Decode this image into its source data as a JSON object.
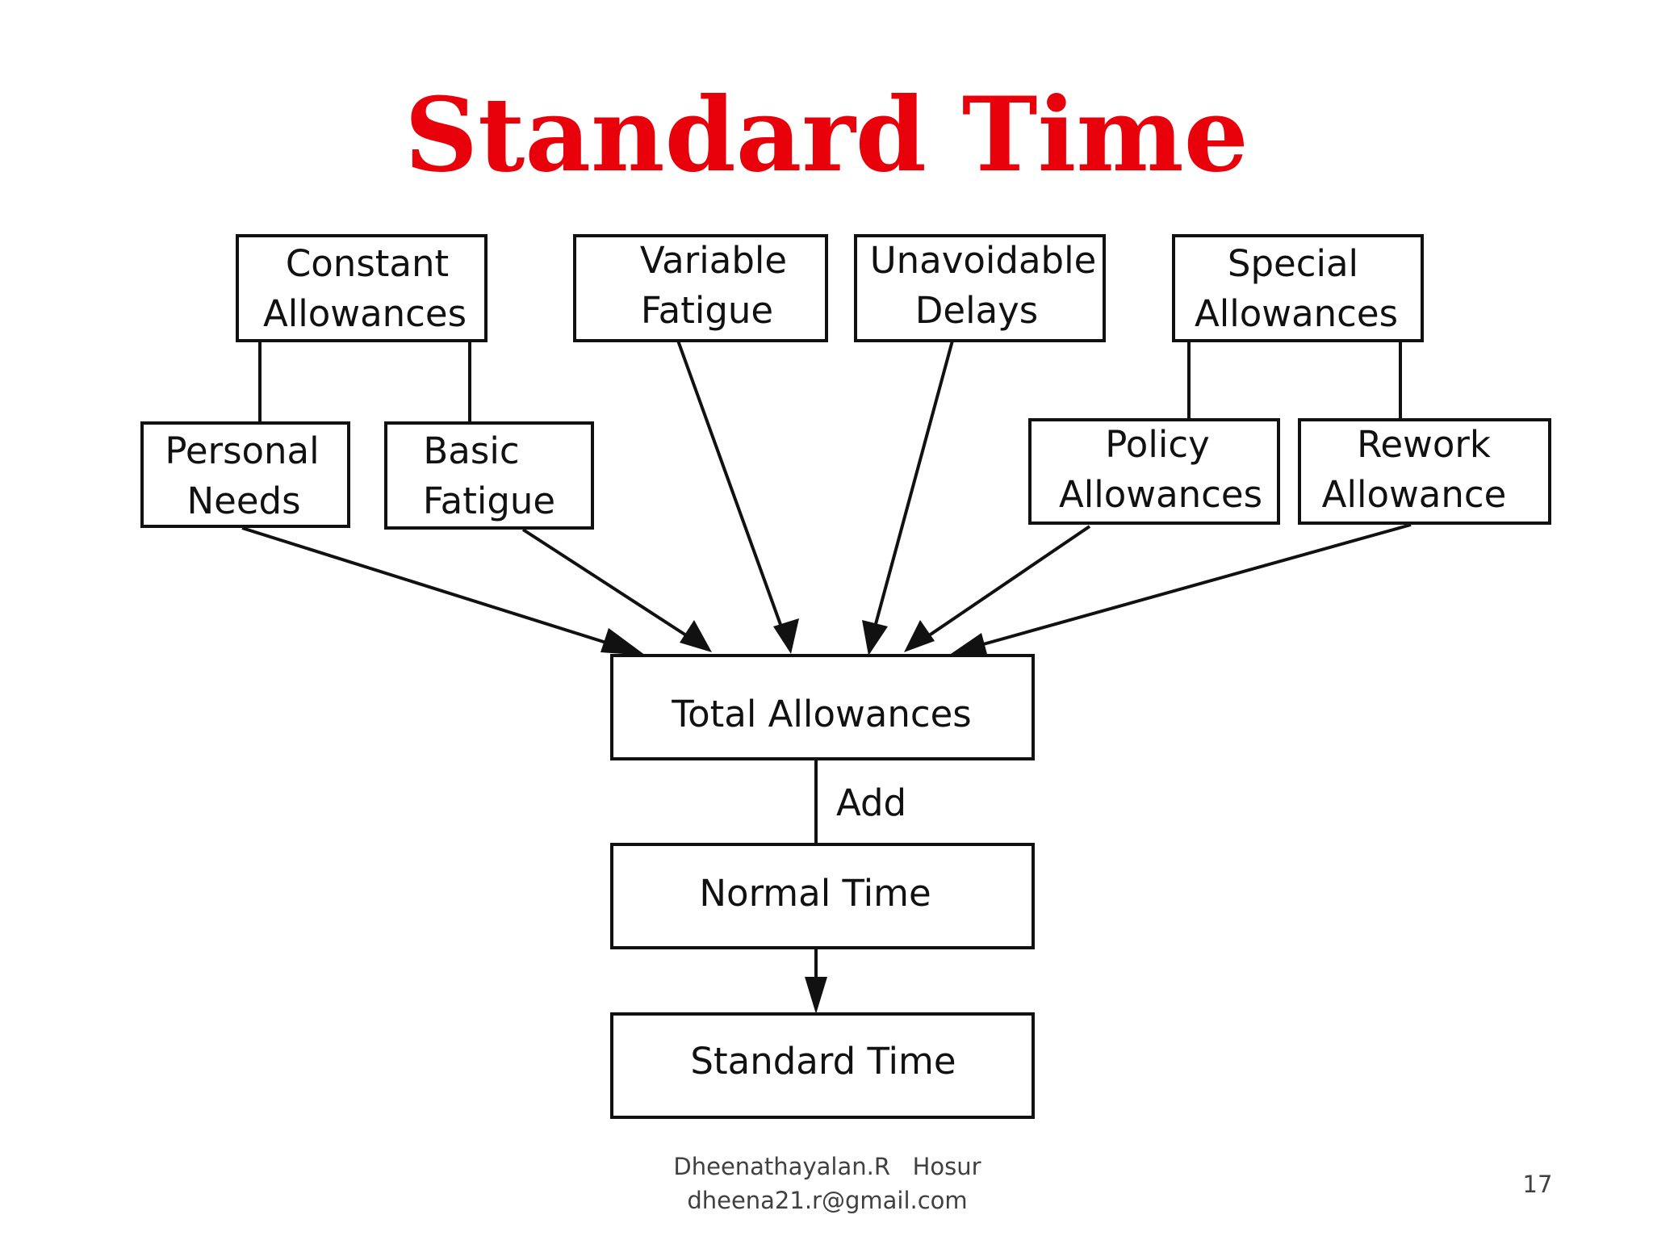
{
  "slide": {
    "title": "Standard Time",
    "title_color": "#e8000a"
  },
  "diagram": {
    "nodes": {
      "constant_allowances": [
        "Constant",
        "Allowances"
      ],
      "variable_fatigue": [
        "Variable",
        "Fatigue"
      ],
      "unavoidable_delays": [
        "Unavoidable",
        "Delays"
      ],
      "special_allowances": [
        "Special",
        "Allowances"
      ],
      "personal_needs": [
        "Personal",
        "Needs"
      ],
      "basic_fatigue": [
        "Basic",
        "Fatigue"
      ],
      "policy_allowances": [
        "Policy",
        "Allowances"
      ],
      "rework_allowance": [
        "Rework",
        "Allowance"
      ],
      "total_allowances": [
        "Total Allowances"
      ],
      "normal_time": [
        "Normal Time"
      ],
      "standard_time": [
        "Standard Time"
      ]
    },
    "edges": [
      {
        "from": "constant_allowances",
        "to": "personal_needs",
        "style": "line"
      },
      {
        "from": "constant_allowances",
        "to": "basic_fatigue",
        "style": "line"
      },
      {
        "from": "special_allowances",
        "to": "policy_allowances",
        "style": "line"
      },
      {
        "from": "special_allowances",
        "to": "rework_allowance",
        "style": "line"
      },
      {
        "from": "personal_needs",
        "to": "total_allowances",
        "style": "arrow"
      },
      {
        "from": "basic_fatigue",
        "to": "total_allowances",
        "style": "arrow"
      },
      {
        "from": "variable_fatigue",
        "to": "total_allowances",
        "style": "arrow"
      },
      {
        "from": "unavoidable_delays",
        "to": "total_allowances",
        "style": "arrow"
      },
      {
        "from": "policy_allowances",
        "to": "total_allowances",
        "style": "arrow"
      },
      {
        "from": "rework_allowance",
        "to": "total_allowances",
        "style": "arrow"
      },
      {
        "from": "total_allowances",
        "to": "normal_time",
        "style": "line",
        "label": "Add"
      },
      {
        "from": "normal_time",
        "to": "standard_time",
        "style": "arrow"
      }
    ],
    "add_label": "Add"
  },
  "footer": {
    "author": "Dheenathayalan.R   Hosur",
    "email": "dheena21.r@gmail.com",
    "page_number": "17"
  }
}
